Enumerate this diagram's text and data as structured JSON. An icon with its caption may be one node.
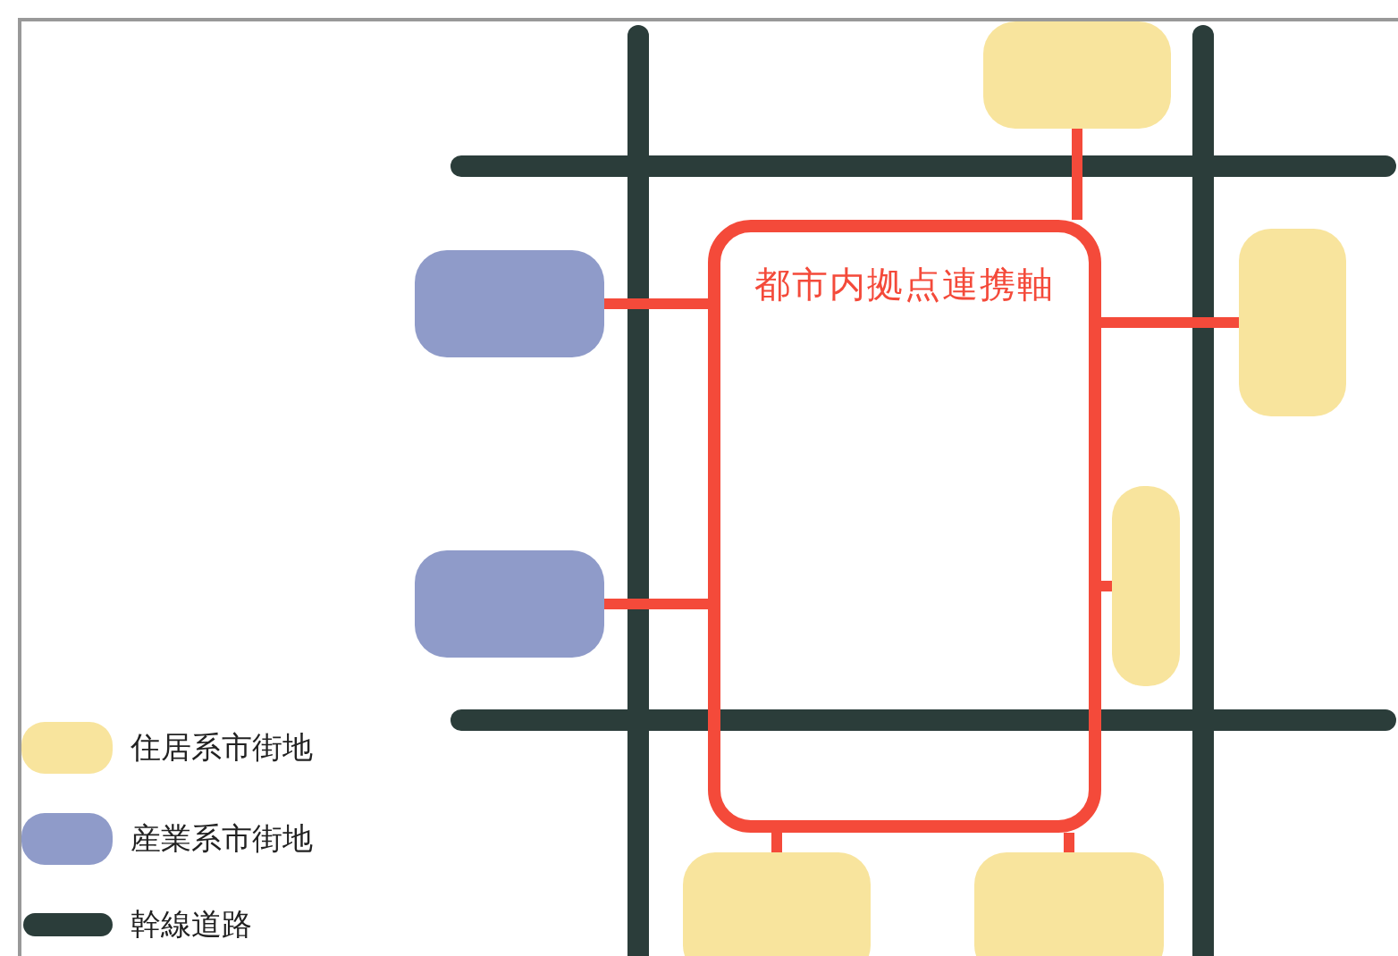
{
  "diagram": {
    "nodes": [
      {
        "text": [
          "都市内拠点連携軸"
        ]
      },
      {
        "text": [],
        "shape": "box"
      },
      {
        "text": [],
        "shape": "box"
      },
      {
        "text": [],
        "shape": "box"
      },
      {
        "text": [],
        "shape": "box"
      },
      {
        "text": [],
        "shape": "box"
      },
      {
        "text": [],
        "shape": "box"
      },
      {
        "text": [],
        "shape": "box"
      }
    ],
    "edges": [
      {
        "from": 0,
        "to": 1,
        "arrow": "none"
      },
      {
        "from": 0,
        "to": 2,
        "arrow": "none"
      },
      {
        "from": 0,
        "to": 3,
        "arrow": "none"
      },
      {
        "from": 0,
        "to": 4,
        "arrow": "none"
      },
      {
        "from": 0,
        "to": 5,
        "arrow": "none"
      },
      {
        "from": 0,
        "to": 6,
        "arrow": "none"
      },
      {
        "from": 0,
        "to": 7,
        "arrow": "none"
      }
    ],
    "legend": [
      {
        "text": "住居系市街地",
        "color": "#f8e49d"
      },
      {
        "text": "産業系市街地",
        "color": "#8f9bc9"
      },
      {
        "text": "幹線道路"
      }
    ]
  }
}
